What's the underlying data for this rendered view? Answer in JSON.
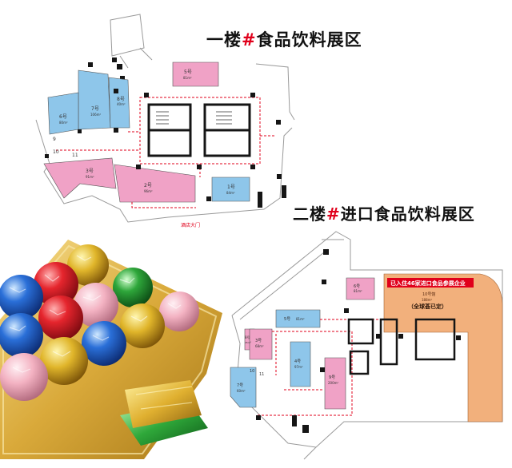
{
  "floor1": {
    "title_pre": "一楼",
    "title_hash": "#",
    "title_post": "食品饮料展区",
    "entrance": "酒店大门",
    "rooms": [
      {
        "id": "r5",
        "name": "5号",
        "area": "81m²"
      },
      {
        "id": "r7",
        "name": "7号",
        "area": "106m²"
      },
      {
        "id": "r8",
        "name": "8号",
        "area": "40m²"
      },
      {
        "id": "r6",
        "name": "6号",
        "area": "80m²"
      },
      {
        "id": "r3",
        "name": "3号",
        "area": "91m²"
      },
      {
        "id": "r2",
        "name": "2号",
        "area": "96m²"
      },
      {
        "id": "r1",
        "name": "1号",
        "area": "84m²"
      }
    ],
    "markers": [
      "9",
      "10",
      "11"
    ]
  },
  "floor2": {
    "title_pre": "二楼",
    "title_hash": "#",
    "title_post": "进口食品饮料展区",
    "banner": "已入住46家进口食品参展企业",
    "hall_name": "10号馆",
    "hall_area": "188m²",
    "hall_note": "（全球荟已定）",
    "rooms": [
      {
        "id": "q6",
        "name": "6号",
        "area": "81m²"
      },
      {
        "id": "q5",
        "name": "5号",
        "area": "81m²"
      },
      {
        "id": "q8",
        "name": "8号",
        "area": "45m²"
      },
      {
        "id": "q3",
        "name": "3号",
        "area": "68m²"
      },
      {
        "id": "q4",
        "name": "4号",
        "area": "97m²"
      },
      {
        "id": "q9",
        "name": "9号",
        "area": "200m²"
      },
      {
        "id": "q7",
        "name": "7号",
        "area": "60m²"
      }
    ],
    "markers": [
      "10",
      "11"
    ]
  },
  "colors": {
    "pink": "#f0a2c6",
    "blue": "#8ec6ea",
    "orange": "#f2b07c",
    "red_line": "#e0001b",
    "wall": "#151515",
    "gold": "#d9a93a"
  }
}
